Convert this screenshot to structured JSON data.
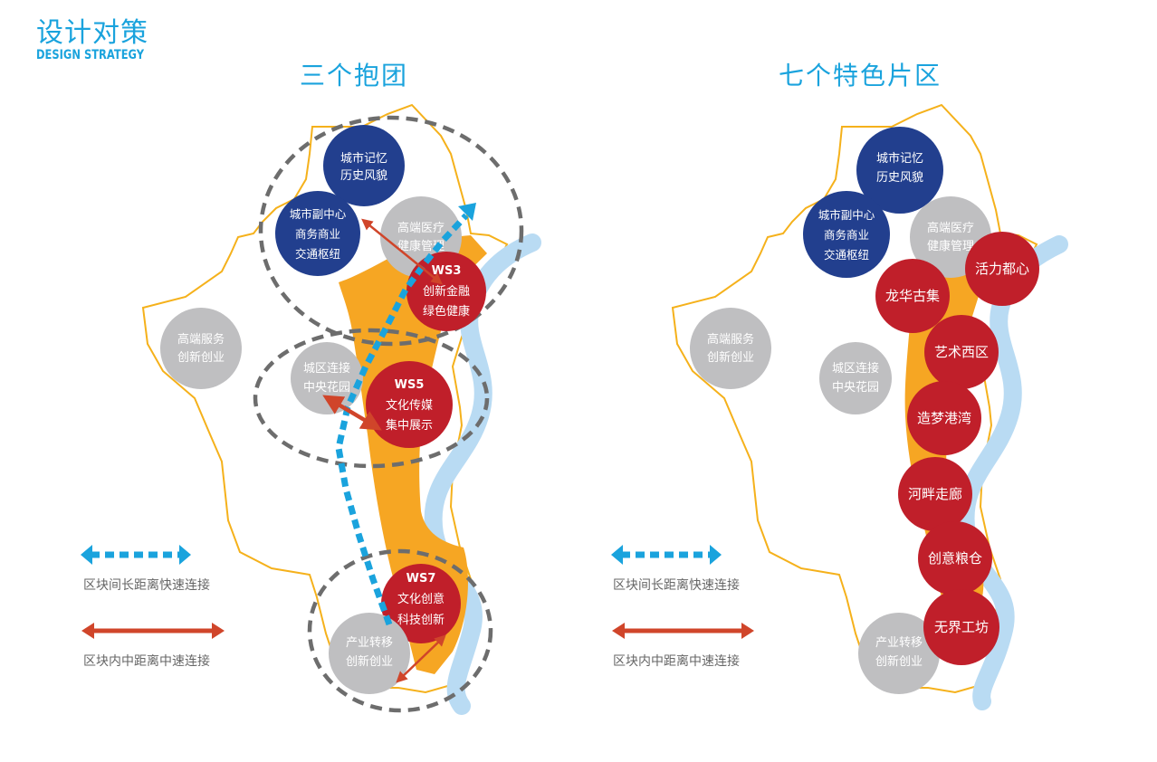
{
  "header": {
    "title": "设计对策",
    "subtitle": "DESIGN STRATEGY"
  },
  "panels": [
    {
      "title": "三个抱团",
      "nodes": [
        {
          "kind": "blue",
          "lines": [
            "城市记忆",
            "历史风貌"
          ]
        },
        {
          "kind": "blue",
          "lines": [
            "城市副中心",
            "商务商业",
            "交通枢纽"
          ]
        },
        {
          "kind": "gray",
          "lines": [
            "高端医疗",
            "健康管理"
          ]
        },
        {
          "kind": "red",
          "lines": [
            "WS3",
            "创新金融",
            "绿色健康"
          ]
        },
        {
          "kind": "gray",
          "lines": [
            "高端服务",
            "创新创业"
          ]
        },
        {
          "kind": "gray",
          "lines": [
            "城区连接",
            "中央花园"
          ]
        },
        {
          "kind": "red",
          "lines": [
            "WS5",
            "文化传媒",
            "集中展示"
          ]
        },
        {
          "kind": "red",
          "lines": [
            "WS7",
            "文化创意",
            "科技创新"
          ]
        },
        {
          "kind": "gray",
          "lines": [
            "产业转移",
            "创新创业"
          ]
        }
      ]
    },
    {
      "title": "七个特色片区",
      "nodes": [
        {
          "kind": "blue",
          "lines": [
            "城市记忆",
            "历史风貌"
          ]
        },
        {
          "kind": "blue",
          "lines": [
            "城市副中心",
            "商务商业",
            "交通枢纽"
          ]
        },
        {
          "kind": "gray",
          "lines": [
            "高端医疗",
            "健康管理"
          ]
        },
        {
          "kind": "gray",
          "lines": [
            "高端服务",
            "创新创业"
          ]
        },
        {
          "kind": "gray",
          "lines": [
            "城区连接",
            "中央花园"
          ]
        },
        {
          "kind": "gray",
          "lines": [
            "产业转移",
            "创新创业"
          ]
        },
        {
          "kind": "red",
          "lines": [
            "活力都心"
          ]
        },
        {
          "kind": "red",
          "lines": [
            "龙华古集"
          ]
        },
        {
          "kind": "red",
          "lines": [
            "艺术西区"
          ]
        },
        {
          "kind": "red",
          "lines": [
            "造梦港湾"
          ]
        },
        {
          "kind": "red",
          "lines": [
            "河畔走廊"
          ]
        },
        {
          "kind": "red",
          "lines": [
            "创意粮仓"
          ]
        },
        {
          "kind": "red",
          "lines": [
            "无界工坊"
          ]
        }
      ]
    }
  ],
  "legend": {
    "long_range": "区块间长距离快速连接",
    "mid_range": "区块内中距离中速连接"
  },
  "colors": {
    "title_blue": "#1aa3dd",
    "node_blue": "#223f8e",
    "node_red": "#c01f2a",
    "node_gray": "#bfbfc1",
    "boundary": "#f5b11b",
    "core_area": "#f6a623",
    "river": "#b9dbf3",
    "dashed_ring": "#6d6d6d",
    "fast_link": "#1aa3dd",
    "mid_link": "#d0452a"
  }
}
